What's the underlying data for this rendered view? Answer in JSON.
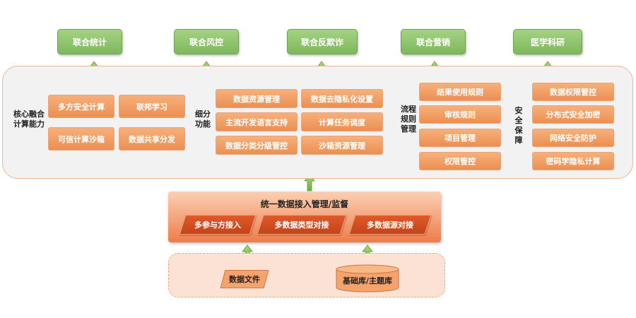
{
  "top_apps": [
    "联合统计",
    "联合风控",
    "联合反欺诈",
    "联合营销",
    "医学科研"
  ],
  "core": {
    "label": "核心融合\n计算能力",
    "boxes": [
      "多方安全计算",
      "联邦学习",
      "可信计算沙箱",
      "数据共享分发"
    ]
  },
  "feature": {
    "label": "细分\n功能",
    "boxes": [
      "数据资源管理",
      "数据去隐私化设置",
      "主流开发语言支持",
      "计算任务调度",
      "数据分类分级管控",
      "沙箱资源管理"
    ]
  },
  "process": {
    "label": "流程规则管理",
    "boxes": [
      "结果使用规则",
      "审核规则",
      "项目管理",
      "权限管控"
    ]
  },
  "security": {
    "label": "安全保障",
    "boxes": [
      "数据权限管控",
      "分布式安全加密",
      "网络安全防护",
      "密码学隐私计算"
    ]
  },
  "access": {
    "title": "统一数据接入管理/监督",
    "items": [
      "多参与方接入",
      "多数据类型对接",
      "多数据源对接"
    ]
  },
  "sources": {
    "file": "数据文件",
    "db": "基础库/主题库"
  },
  "colors": {
    "arrow_green": "#7fbf4d",
    "app_green": "#8cc56a",
    "orange_box": "#f19b61",
    "band_red": "#d24c20"
  }
}
